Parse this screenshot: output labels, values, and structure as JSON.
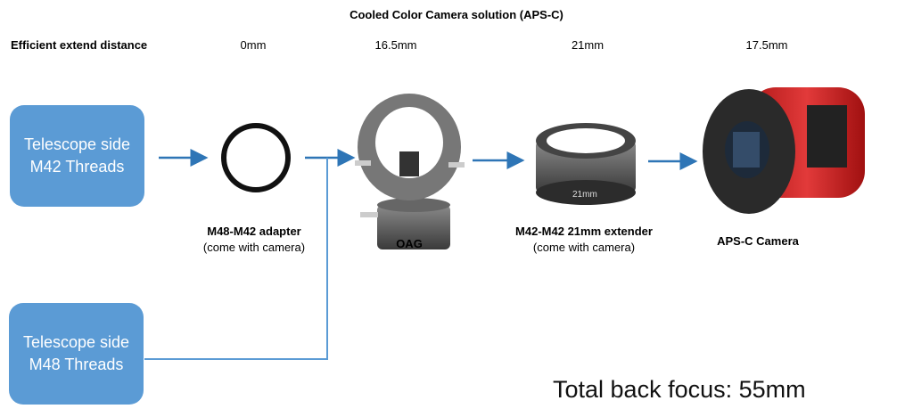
{
  "title": "Cooled Color Camera solution (APS-C)",
  "row_label": "Efficient extend distance",
  "distances": [
    "0mm",
    "16.5mm",
    "21mm",
    "17.5mm"
  ],
  "inputs": [
    {
      "line1": "Telescope side",
      "line2": "M42 Threads"
    },
    {
      "line1": "Telescope side",
      "line2": "M48 Threads"
    }
  ],
  "components": [
    {
      "name": "M48-M42 adapter",
      "note": "(come with camera)",
      "icon": "ring-adapter-icon"
    },
    {
      "name": "OAG",
      "note": "",
      "icon": "off-axis-guider-icon"
    },
    {
      "name": "M42-M42 21mm extender",
      "note": "(come with camera)",
      "icon": "extension-tube-icon",
      "engraving": "21mm"
    },
    {
      "name": "APS-C Camera",
      "note": "",
      "icon": "cooled-camera-icon"
    }
  ],
  "total": "Total back focus: 55mm",
  "colors": {
    "box": "#5b9bd5",
    "arrow": "#2e75b6",
    "camera_body": "#d42a2a"
  }
}
